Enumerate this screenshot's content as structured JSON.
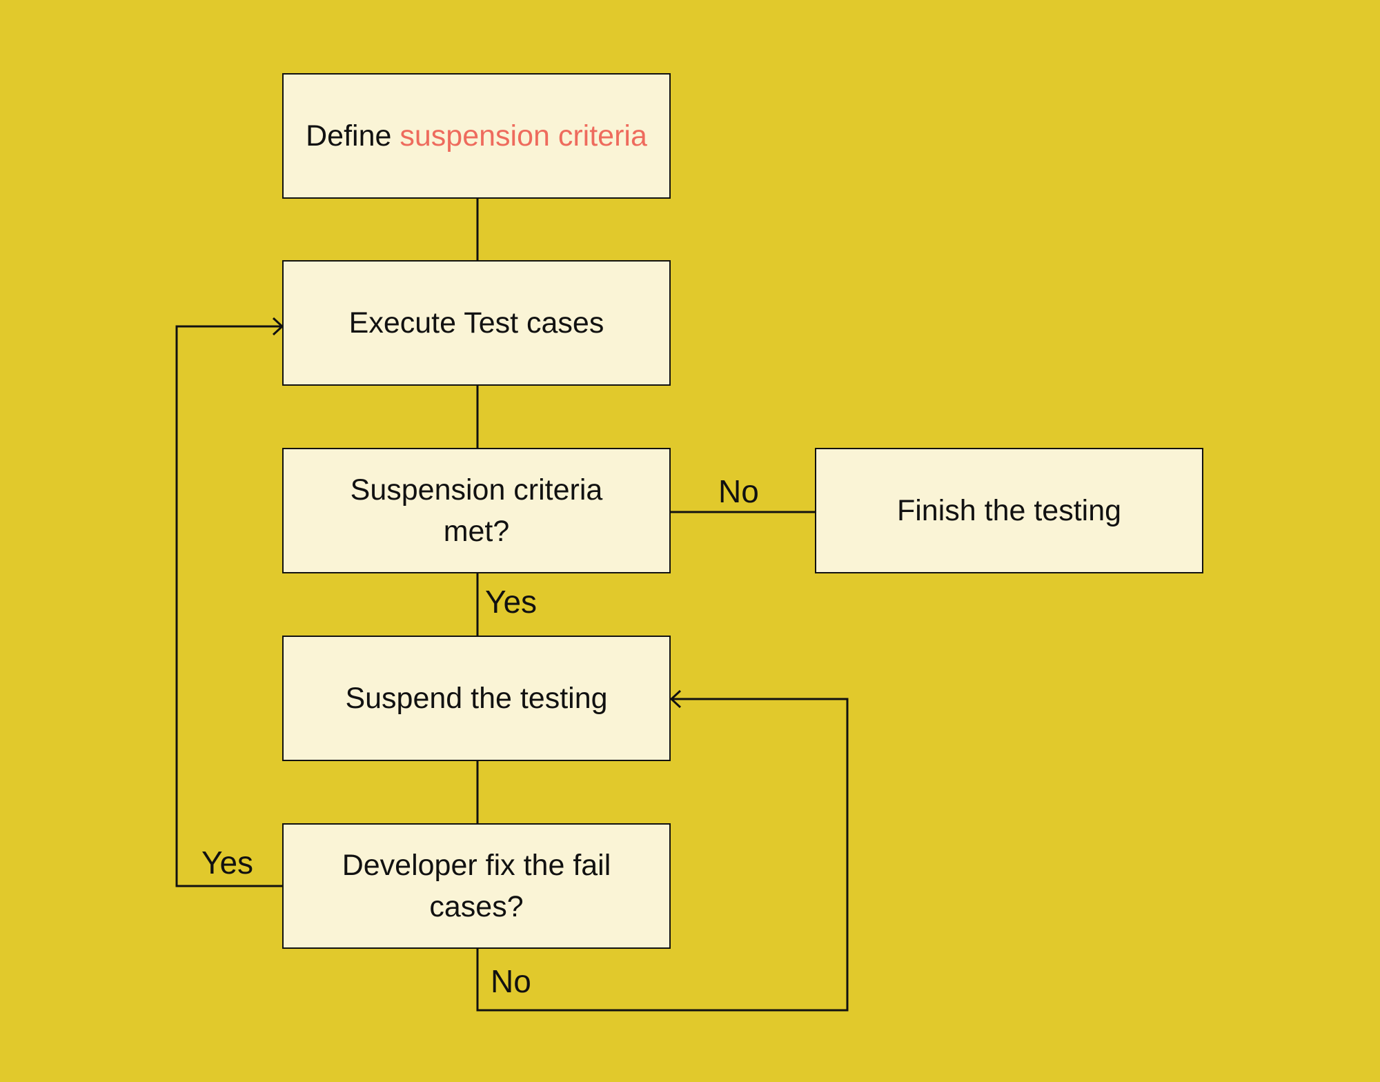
{
  "colors": {
    "background": "#e1c92c",
    "box_fill": "#faf4d6",
    "stroke": "#111111",
    "highlight": "#ee6b5d"
  },
  "nodes": {
    "define": {
      "text_prefix": "Define ",
      "text_highlight": "suspension criteria"
    },
    "execute": {
      "text": "Execute Test cases"
    },
    "criteria_met": {
      "text": "Suspension criteria met?"
    },
    "finish": {
      "text": "Finish the testing"
    },
    "suspend": {
      "text": "Suspend the testing"
    },
    "developer_fix": {
      "text": "Developer fix the fail cases?"
    }
  },
  "edge_labels": {
    "criteria_no": "No",
    "criteria_yes": "Yes",
    "fix_yes": "Yes",
    "fix_no": "No"
  }
}
